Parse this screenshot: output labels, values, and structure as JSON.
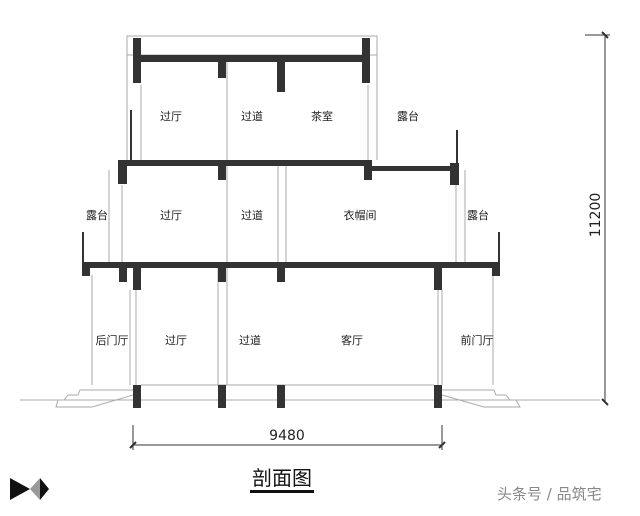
{
  "drawing": {
    "title": "剖面图",
    "width_dimension": "9480",
    "height_dimension": "11200",
    "rooms": {
      "third_floor": [
        "过厅",
        "过道",
        "茶室",
        "露台"
      ],
      "second_floor": [
        "露台",
        "过厅",
        "过道",
        "衣帽间",
        "露台"
      ],
      "ground_floor": [
        "后门厅",
        "过厅",
        "过道",
        "客厅",
        "前门厅"
      ]
    },
    "watermark": "头条号 / 品筑宅",
    "colors": {
      "structure": "#333333",
      "line": "#999999"
    }
  }
}
